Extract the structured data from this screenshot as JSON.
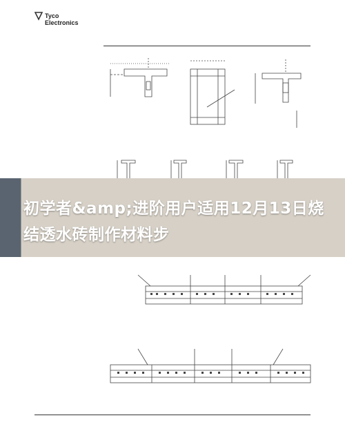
{
  "logo": {
    "line1": "Tyco",
    "line2": "Electronics"
  },
  "banner": {
    "title": "初学者&amp;进阶用户适用12月13日烧结透水砖制作材料步"
  }
}
